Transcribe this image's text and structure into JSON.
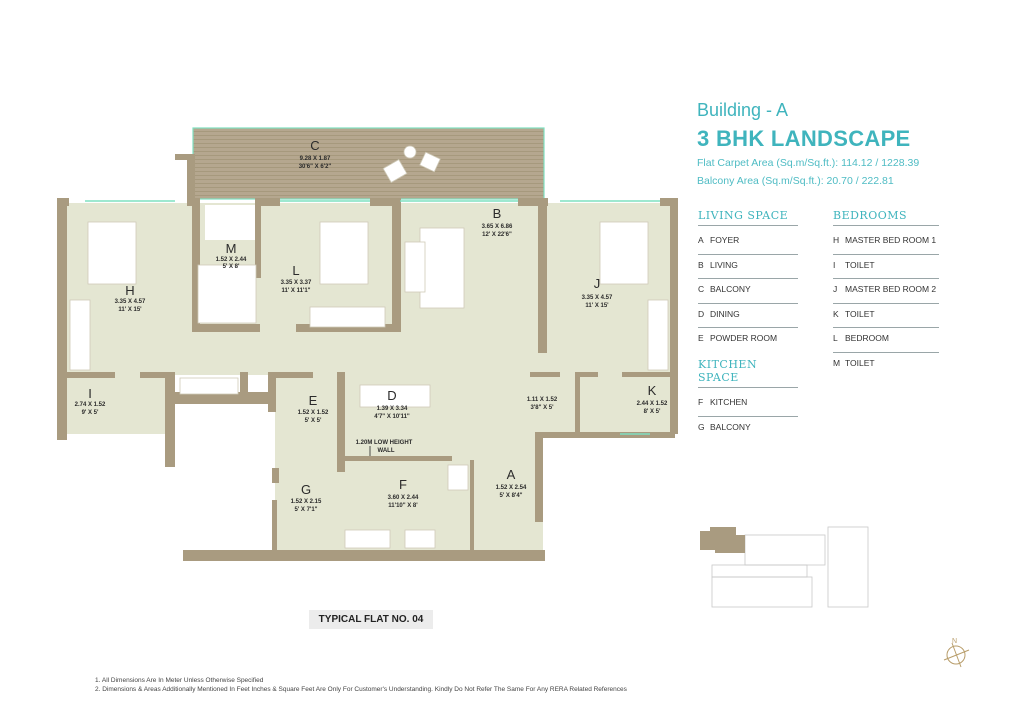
{
  "header": {
    "building": "Building - A",
    "title": "3 BHK LANDSCAPE",
    "carpet_area": "Flat Carpet Area (Sq.m/Sq.ft.): 114.12 / 1228.39",
    "balcony_area": "Balcony Area (Sq.m/Sq.ft.): 20.70 / 222.81"
  },
  "legend": {
    "living_space": {
      "heading": "Living Space",
      "items": [
        {
          "key": "A",
          "label": "FOYER"
        },
        {
          "key": "B",
          "label": "LIVING"
        },
        {
          "key": "C",
          "label": "BALCONY"
        },
        {
          "key": "D",
          "label": "DINING"
        },
        {
          "key": "E",
          "label": "POWDER ROOM"
        }
      ]
    },
    "kitchen_space": {
      "heading": "Kitchen Space",
      "items": [
        {
          "key": "F",
          "label": "KITCHEN"
        },
        {
          "key": "G",
          "label": "BALCONY"
        }
      ]
    },
    "bedrooms": {
      "heading": "Bedrooms",
      "items": [
        {
          "key": "H",
          "label": "MASTER BED ROOM 1"
        },
        {
          "key": "I",
          "label": "TOILET"
        },
        {
          "key": "J",
          "label": "MASTER BED ROOM 2"
        },
        {
          "key": "K",
          "label": "TOILET"
        },
        {
          "key": "L",
          "label": "BEDROOM"
        },
        {
          "key": "M",
          "label": "TOILET"
        }
      ]
    }
  },
  "rooms": {
    "C": {
      "letter": "C",
      "m": "9.28 X 1.87",
      "ft": "30'6\" X 6'2\""
    },
    "M": {
      "letter": "M",
      "m": "1.52 X 2.44",
      "ft": "5' X 8'"
    },
    "L": {
      "letter": "L",
      "m": "3.35 X 3.37",
      "ft": "11' X 11'1\""
    },
    "H": {
      "letter": "H",
      "m": "3.35 X 4.57",
      "ft": "11' X 15'"
    },
    "B": {
      "letter": "B",
      "m": "3.65 X 6.86",
      "ft": "12' X 22'6\""
    },
    "J": {
      "letter": "J",
      "m": "3.35 X 4.57",
      "ft": "11' X 15'"
    },
    "I": {
      "letter": "I",
      "m": "2.74 X 1.52",
      "ft": "9' X 5'"
    },
    "E": {
      "letter": "E",
      "m": "1.52 X 1.52",
      "ft": "5' X 5'"
    },
    "D": {
      "letter": "D",
      "m": "1.39 X 3.34",
      "ft": "4'7\" X 10'11\""
    },
    "F": {
      "letter": "F",
      "m": "3.60 X 2.44",
      "ft": "11'10\" X 8'"
    },
    "G": {
      "letter": "G",
      "m": "1.52 X 2.15",
      "ft": "5' X 7'1\""
    },
    "A": {
      "letter": "A",
      "m": "1.52 X 2.54",
      "ft": "5' X 8'4\""
    },
    "passage": {
      "m": "1.11 X 1.52",
      "ft": "3'8\" X 5'"
    },
    "K": {
      "letter": "K",
      "m": "2.44 X 1.52",
      "ft": "8' X 5'"
    }
  },
  "annotations": {
    "low_wall_1": "1.20M LOW HEIGHT",
    "low_wall_2": "WALL"
  },
  "flat_label": "TYPICAL FLAT NO. 04",
  "notes": [
    "1.  All Dimensions Are In Meter Unless Otherwise Specified",
    "2.  Dimensions & Areas Additionally Mentioned In Feet Inches & Square Feet Are Only For Customer's Understanding. Kindly Do Not Refer The Same For Any RERA Related References"
  ],
  "compass": {
    "north": "N"
  },
  "colors": {
    "accent": "#3fb4bd",
    "wall": "#a99b80",
    "floor": "#e4e6d2",
    "balcony": "#b5a78f",
    "window": "#7fe0c0"
  }
}
